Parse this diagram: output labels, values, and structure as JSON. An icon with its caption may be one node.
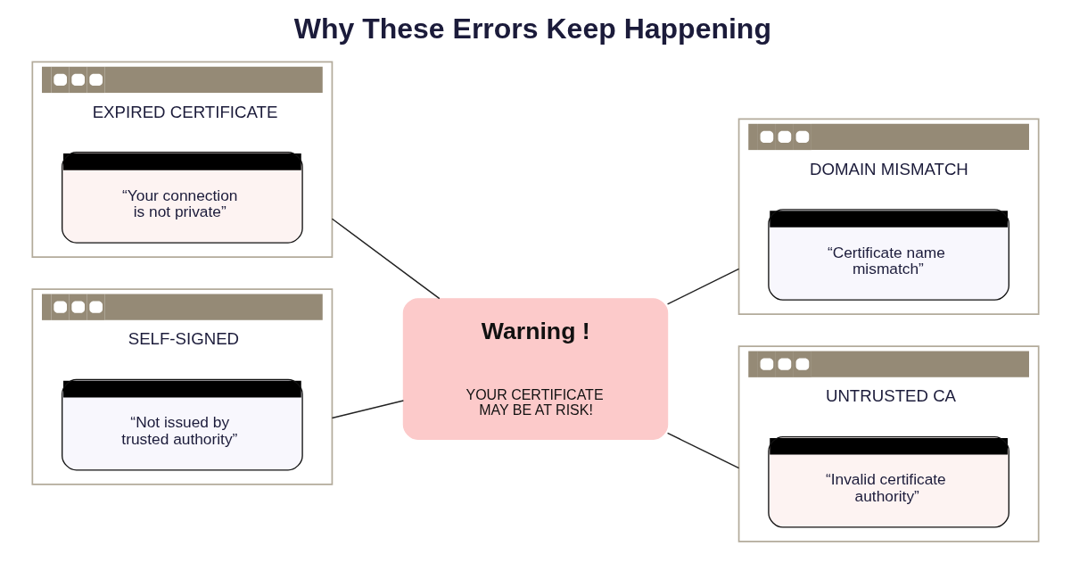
{
  "diagram": {
    "title": "Why These Errors Keep Happening",
    "nodes": [
      {
        "text": [
          "EXPIRED CERTIFICATE"
        ]
      },
      {
        "text": [
          "“Your connection is not private”"
        ],
        "in": 0
      },
      {
        "text": [
          "DOMAIN MISMATCH"
        ]
      },
      {
        "text": [
          "“Certificate name mismatch”"
        ],
        "in": 2
      },
      {
        "text": [
          "Warning !",
          "YOUR CERTIFICATE MAY BE AT RISK!"
        ]
      },
      {
        "text": [
          "SELF-SIGNED"
        ]
      },
      {
        "text": [
          "“Not issued by trusted authority”"
        ],
        "in": 5
      },
      {
        "text": [
          "UNTRUSTED CA"
        ]
      },
      {
        "text": [
          "“Invalid certificate authority”"
        ],
        "in": 7
      }
    ],
    "edges": [
      {
        "from": 0,
        "to": 4,
        "arrow": "none"
      },
      {
        "from": 4,
        "to": 2,
        "arrow": "none"
      },
      {
        "from": 5,
        "to": 4,
        "arrow": "none"
      },
      {
        "from": 4,
        "to": 7,
        "arrow": "none"
      }
    ]
  }
}
